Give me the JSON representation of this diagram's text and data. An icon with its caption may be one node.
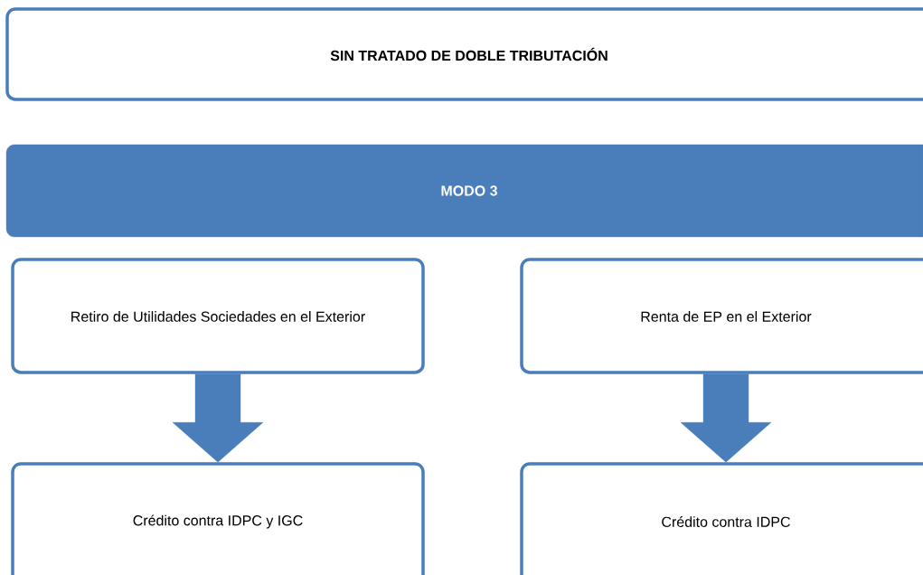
{
  "diagram": {
    "nodes": [
      {
        "text": [
          "SIN TRATADO DE DOBLE TRIBUTACIÓN"
        ]
      },
      {
        "text": [
          "MODO 3"
        ]
      },
      {
        "text": [
          "Retiro de Utilidades Sociedades en el Exterior"
        ]
      },
      {
        "text": [
          "Renta de EP en el Exterior"
        ]
      },
      {
        "text": [
          "Crédito contra IDPC y IGC"
        ]
      },
      {
        "text": [
          "Crédito contra IDPC"
        ]
      }
    ],
    "edges": [
      {
        "from": 2,
        "to": 4,
        "arrow": "to"
      },
      {
        "from": 3,
        "to": 5,
        "arrow": "to"
      }
    ]
  }
}
